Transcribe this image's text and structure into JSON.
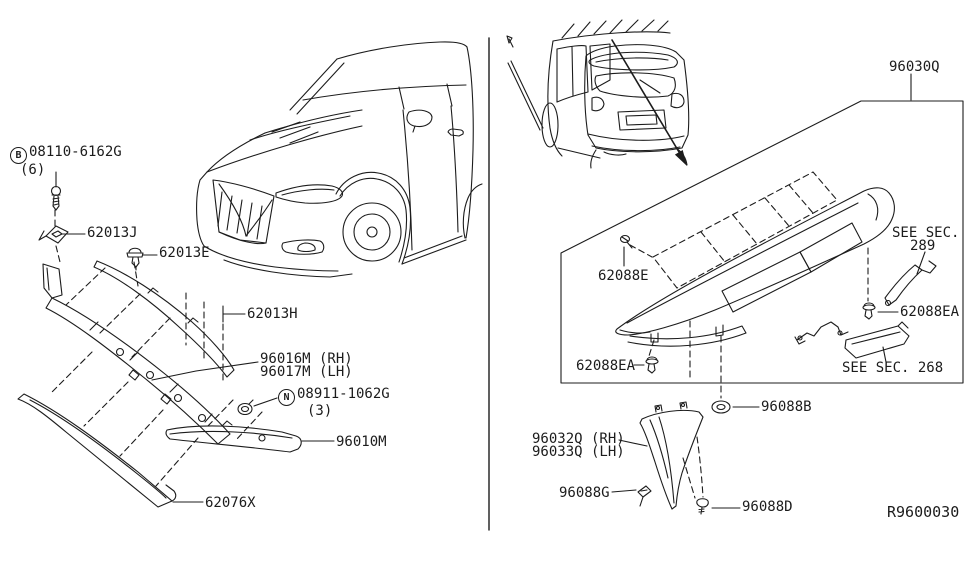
{
  "page": {
    "background": "#ffffff",
    "line_color": "#1c1c1c",
    "drawing_ref": "R9600030"
  },
  "labels": {
    "bolt_prefix": "B",
    "bolt_number": "08110-6162G",
    "bolt_qty": "(6)",
    "clip_62013j": "62013J",
    "clip_62013e": "62013E",
    "strip_62013h": "62013H",
    "front_spoiler_rh": "96016M (RH)",
    "front_spoiler_lh": "96017M (LH)",
    "nut_prefix": "N",
    "nut_number": "08911-1062G",
    "nut_qty": "(3)",
    "finisher_96010m": "96010M",
    "strip_62076x": "62076X",
    "rear_spoiler_96030q": "96030Q",
    "screw_62088e": "62088E",
    "clip_62088ea_left": "62088EA",
    "see_sec_289_line1": "SEE SEC.",
    "see_sec_289_line2": "289",
    "clip_62088ea_right": "62088EA",
    "see_sec_268": "SEE SEC. 268",
    "grommet_96088b": "96088B",
    "side_spoiler_rh": "96032Q (RH)",
    "side_spoiler_lh": "96033Q (LH)",
    "clip_96088g": "96088G",
    "screw_96088d": "96088D"
  }
}
